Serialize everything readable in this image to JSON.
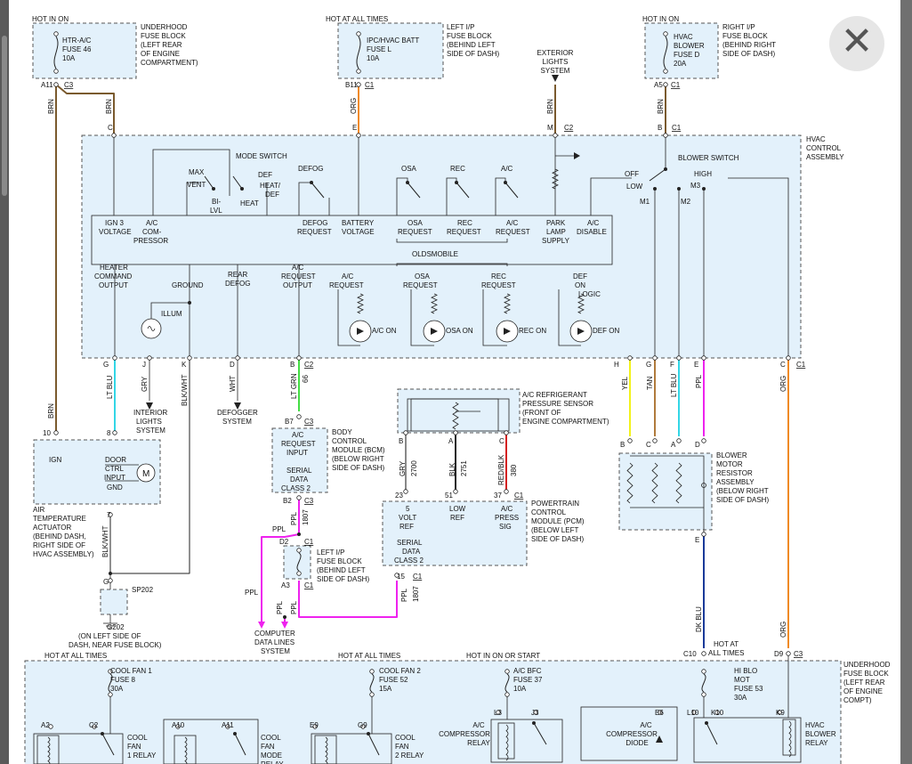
{
  "ui": {
    "close_glyph": "✕"
  },
  "labels": {
    "hot_in_on_1": "HOT IN ON",
    "hot_at_all_times_1": "HOT AT ALL TIMES",
    "hot_in_on_2": "HOT IN ON",
    "fuse_htr_1": "HTR-A/C",
    "fuse_htr_2": "FUSE 46",
    "fuse_htr_3": "10A",
    "underhood_1": "UNDERHOOD",
    "underhood_2": "FUSE BLOCK",
    "underhood_3": "(LEFT REAR",
    "underhood_4": "OF ENGINE",
    "underhood_5": "COMPARTMENT)",
    "fuse_ipc_1": "IPC/HVAC BATT",
    "fuse_ipc_2": "FUSE L",
    "fuse_ipc_3": "10A",
    "left_ip_1": "LEFT I/P",
    "left_ip_2": "FUSE BLOCK",
    "left_ip_3": "(BEHIND LEFT",
    "left_ip_4": "SIDE OF DASH)",
    "ext_1": "EXTERIOR",
    "ext_2": "LIGHTS",
    "ext_3": "SYSTEM",
    "fuse_hvac_1": "HVAC",
    "fuse_hvac_2": "BLOWER",
    "fuse_hvac_3": "FUSE D",
    "fuse_hvac_4": "20A",
    "right_ip_1": "RIGHT I/P",
    "right_ip_2": "FUSE BLOCK",
    "right_ip_3": "(BEHIND RIGHT",
    "right_ip_4": "SIDE OF DASH)",
    "pin_a11": "A11",
    "pin_c3a": "C3",
    "pin_b11": "B11",
    "pin_c1a": "C1",
    "pin_a5": "A5",
    "pin_c1b": "C1",
    "w_brn1": "BRN",
    "w_brn2": "BRN",
    "w_org1": "ORG",
    "w_brn3": "BRN",
    "w_brn4": "BRN",
    "pin_c_top": "C",
    "pin_e_top": "E",
    "pin_m_top": "M",
    "pin_c2_top": "C2",
    "pin_b_top": "B",
    "pin_c1_top": "C1",
    "hvac_ctrl_1": "HVAC",
    "hvac_ctrl_2": "CONTROL",
    "hvac_ctrl_3": "ASSEMBLY",
    "mode_switch": "MODE SWITCH",
    "max": "MAX",
    "vent": "VENT",
    "def": "DEF",
    "heat_def_1": "HEAT/",
    "heat_def_2": "DEF",
    "bi_1": "BI-",
    "bi_2": "LVL",
    "heat": "HEAT",
    "defog": "DEFOG",
    "osa": "OSA",
    "rec": "REC",
    "ac": "A/C",
    "blower_switch": "BLOWER SWITCH",
    "off": "OFF",
    "high": "HIGH",
    "low": "LOW",
    "m3": "M3",
    "m1": "M1",
    "m2": "M2",
    "ign3_1": "IGN 3",
    "ign3_2": "VOLTAGE",
    "accomp_1": "A/C",
    "accomp_2": "COM-",
    "accomp_3": "PRESSOR",
    "defogreq_1": "DEFOG",
    "defogreq_2": "REQUEST",
    "battv_1": "BATTERY",
    "battv_2": "VOLTAGE",
    "osareq_1": "OSA",
    "osareq_2": "REQUEST",
    "recreq_1": "REC",
    "recreq_2": "REQUEST",
    "acreq_1": "A/C",
    "acreq_2": "REQUEST",
    "park_1": "PARK",
    "park_2": "LAMP",
    "park_3": "SUPPLY",
    "acdis_1": "A/C",
    "acdis_2": "DISABLE",
    "oldsmobile": "OLDSMOBILE",
    "heater_1": "HEATER",
    "heater_2": "COMMAND",
    "heater_3": "OUTPUT",
    "ground": "GROUND",
    "reardefog_1": "REAR",
    "reardefog_2": "DEFOG",
    "acreqout_1": "A/C",
    "acreqout_2": "REQUEST",
    "acreqout_3": "OUTPUT",
    "acreq2_1": "A/C",
    "acreq2_2": "REQUEST",
    "osareq2_1": "OSA",
    "osareq2_2": "REQUEST",
    "recreq2_1": "REC",
    "recreq2_2": "REQUEST",
    "defon_1": "DEF",
    "defon_2": "ON",
    "logic": "LOGIC",
    "illum": "ILLUM",
    "ac_on": "A/C ON",
    "osa_on": "OSA ON",
    "rec_on": "REC ON",
    "def_on": "DEF ON",
    "pin_g": "G",
    "pin_j": "J",
    "pin_k": "K",
    "pin_d": "D",
    "pin_b2": "B",
    "pin_c2b": "C2",
    "pin_h": "H",
    "pin_g2": "G",
    "pin_f": "F",
    "pin_e2": "E",
    "pin_c_b": "C",
    "pin_c1c": "C1",
    "w_ltblu": "LT BLU",
    "w_gry": "GRY",
    "w_blkwht": "BLK/WHT",
    "w_wht": "WHT",
    "w_ltgrn": "LT GRN",
    "w_66": "66",
    "w_yel": "YEL",
    "w_tan": "TAN",
    "w_ltblu2": "LT BLU",
    "w_ppl": "PPL",
    "w_org2": "ORG",
    "w_brn5": "BRN",
    "int_1": "INTERIOR",
    "int_2": "LIGHTS",
    "int_3": "SYSTEM",
    "defogger_1": "DEFOGGER",
    "defogger_2": "SYSTEM",
    "pin_b7": "B7",
    "pin_c3b": "C3",
    "bcm_1": "A/C",
    "bcm_2": "REQUEST",
    "bcm_3": "INPUT",
    "bcm_4": "SERIAL",
    "bcm_5": "DATA",
    "bcm_6": "CLASS 2",
    "bcm_d1": "BODY",
    "bcm_d2": "CONTROL",
    "bcm_d3": "MODULE (BCM)",
    "bcm_d4": "(BELOW RIGHT",
    "bcm_d5": "SIDE OF DASH)",
    "pin_b2b": "B2",
    "pin_c3c": "C3",
    "w_ppl2": "PPL",
    "w_1807": "1807",
    "sensor_1": "A/C REFRIGERANT",
    "sensor_2": "PRESSURE SENSOR",
    "sensor_3": "(FRONT OF",
    "sensor_4": "ENGINE COMPARTMENT)",
    "pin_sb": "B",
    "pin_sa": "A",
    "pin_sc": "C",
    "w_gry2": "GRY",
    "w_2700": "2700",
    "w_blk": "BLK",
    "w_2751": "2751",
    "w_redblk": "RED/BLK",
    "w_380": "380",
    "pin_23": "23",
    "pin_51": "51",
    "pin_37": "37",
    "pin_c1d": "C1",
    "pcm_1": "5",
    "pcm_2": "VOLT",
    "pcm_3": "REF",
    "pcm_4": "LOW",
    "pcm_5": "REF",
    "pcm_6": "A/C",
    "pcm_7": "PRESS",
    "pcm_8": "SIG",
    "pcm_9": "SERIAL",
    "pcm_10": "DATA",
    "pcm_11": "CLASS 2",
    "pcm_d1": "POWERTRAIN",
    "pcm_d2": "CONTROL",
    "pcm_d3": "MODULE (PCM)",
    "pcm_d4": "(BELOW LEFT",
    "pcm_d5": "SIDE OF DASH)",
    "pin_15": "15",
    "pin_c1e": "C1",
    "w_ppl3": "PPL",
    "w_1807b": "1807",
    "pin_10": "10",
    "pin_8": "8",
    "act_ign": "IGN",
    "act_door_1": "DOOR",
    "act_door_2": "CTRL",
    "act_door_3": "INPUT",
    "act_gnd": "GND",
    "act_m": "M",
    "pin_7": "7",
    "act_d1": "AIR",
    "act_d2": "TEMPERATURE",
    "act_d3": "ACTUATOR",
    "act_d4": "(BEHIND DASH,",
    "act_d5": "RIGHT SIDE OF",
    "act_d6": "HVAC ASSEMBLY)",
    "w_blkwht2": "BLK/WHT",
    "pin_g3": "G",
    "sp202": "SP202",
    "g202": "G202",
    "g202_d": "(ON LEFT SIDE OF",
    "g202_d2": "DASH, NEAR FUSE BLOCK)",
    "w_ppl4": "PPL",
    "pin_d2": "D2",
    "pin_c1f": "C1",
    "pin_a3": "A3",
    "pin_c1g": "C1",
    "lip_1": "LEFT I/P",
    "lip_2": "FUSE BLOCK",
    "lip_3": "(BEHIND LEFT",
    "lip_4": "SIDE OF DASH)",
    "w_ppl5": "PPL",
    "w_ppl6": "PPL",
    "w_ppl7": "PPL",
    "cdl_1": "COMPUTER",
    "cdl_2": "DATA LINES",
    "cdl_3": "SYSTEM",
    "pin_rb": "B",
    "pin_rc": "C",
    "pin_ra": "A",
    "pin_rd": "D",
    "res_1": "BLOWER",
    "res_2": "MOTOR",
    "res_3": "RESISTOR",
    "res_4": "ASSEMBLY",
    "res_5": "(BELOW RIGHT",
    "res_6": "SIDE OF DASH)",
    "pin_re": "E",
    "w_dkblu": "DK BLU",
    "w_org3": "ORG",
    "pin_c10": "C10",
    "pin_d9": "D9",
    "pin_c3d": "C3",
    "hot_at_2": "HOT AT",
    "hot_at_3": "ALL TIMES",
    "hot_all_a": "HOT AT ALL TIMES",
    "hot_all_b": "HOT AT ALL TIMES",
    "hot_on_start": "HOT IN ON OR START",
    "cf1_1": "COOL FAN 1",
    "cf1_2": "FUSE 8",
    "cf1_3": "30A",
    "cf2_1": "COOL FAN 2",
    "cf2_2": "FUSE 52",
    "cf2_3": "15A",
    "bfc_1": "A/C BFC",
    "bfc_2": "FUSE 37",
    "bfc_3": "10A",
    "hiblo_1": "HI BLO",
    "hiblo_2": "MOT",
    "hiblo_3": "FUSE 53",
    "hiblo_4": "30A",
    "ub_1": "UNDERHOOD",
    "ub_2": "FUSE BLOCK",
    "ub_3": "(LEFT REAR",
    "ub_4": "OF ENGINE",
    "ub_5": "COMPT)",
    "pin_a2": "A2",
    "pin_c2c": "C2",
    "pin_a10": "A10",
    "pin_a11b": "A11",
    "pin_e9": "E9",
    "pin_g9": "G9",
    "pin_l3": "L3",
    "pin_j3": "J3",
    "pin_e6": "E6",
    "pin_l10": "L10",
    "pin_k10": "K10",
    "pin_k9": "K9",
    "cfr1_1": "COOL",
    "cfr1_2": "FAN",
    "cfr1_3": "1 RELAY",
    "cfm_1": "COOL",
    "cfm_2": "FAN",
    "cfm_3": "MODE",
    "cfm_4": "RELAY",
    "cfr2_1": "COOL",
    "cfr2_2": "FAN",
    "cfr2_3": "2 RELAY",
    "acr_1": "A/C",
    "acr_2": "COMPRESSOR",
    "acr_3": "RELAY",
    "acd_1": "A/C",
    "acd_2": "COMPRESSOR",
    "acd_3": "DIODE",
    "hbr_1": "HVAC",
    "hbr_2": "BLOWER",
    "hbr_3": "RELAY"
  },
  "colors": {
    "brn": "#7a5a2e",
    "org": "#f08a24",
    "ltblu": "#33d6e6",
    "yel": "#f2f21a",
    "tan": "#b07a3c",
    "ppl": "#ee22ee",
    "ltgrn": "#44dd44",
    "red": "#d42020",
    "dkblu": "#1a3a99",
    "box": "#e3f1fb"
  }
}
